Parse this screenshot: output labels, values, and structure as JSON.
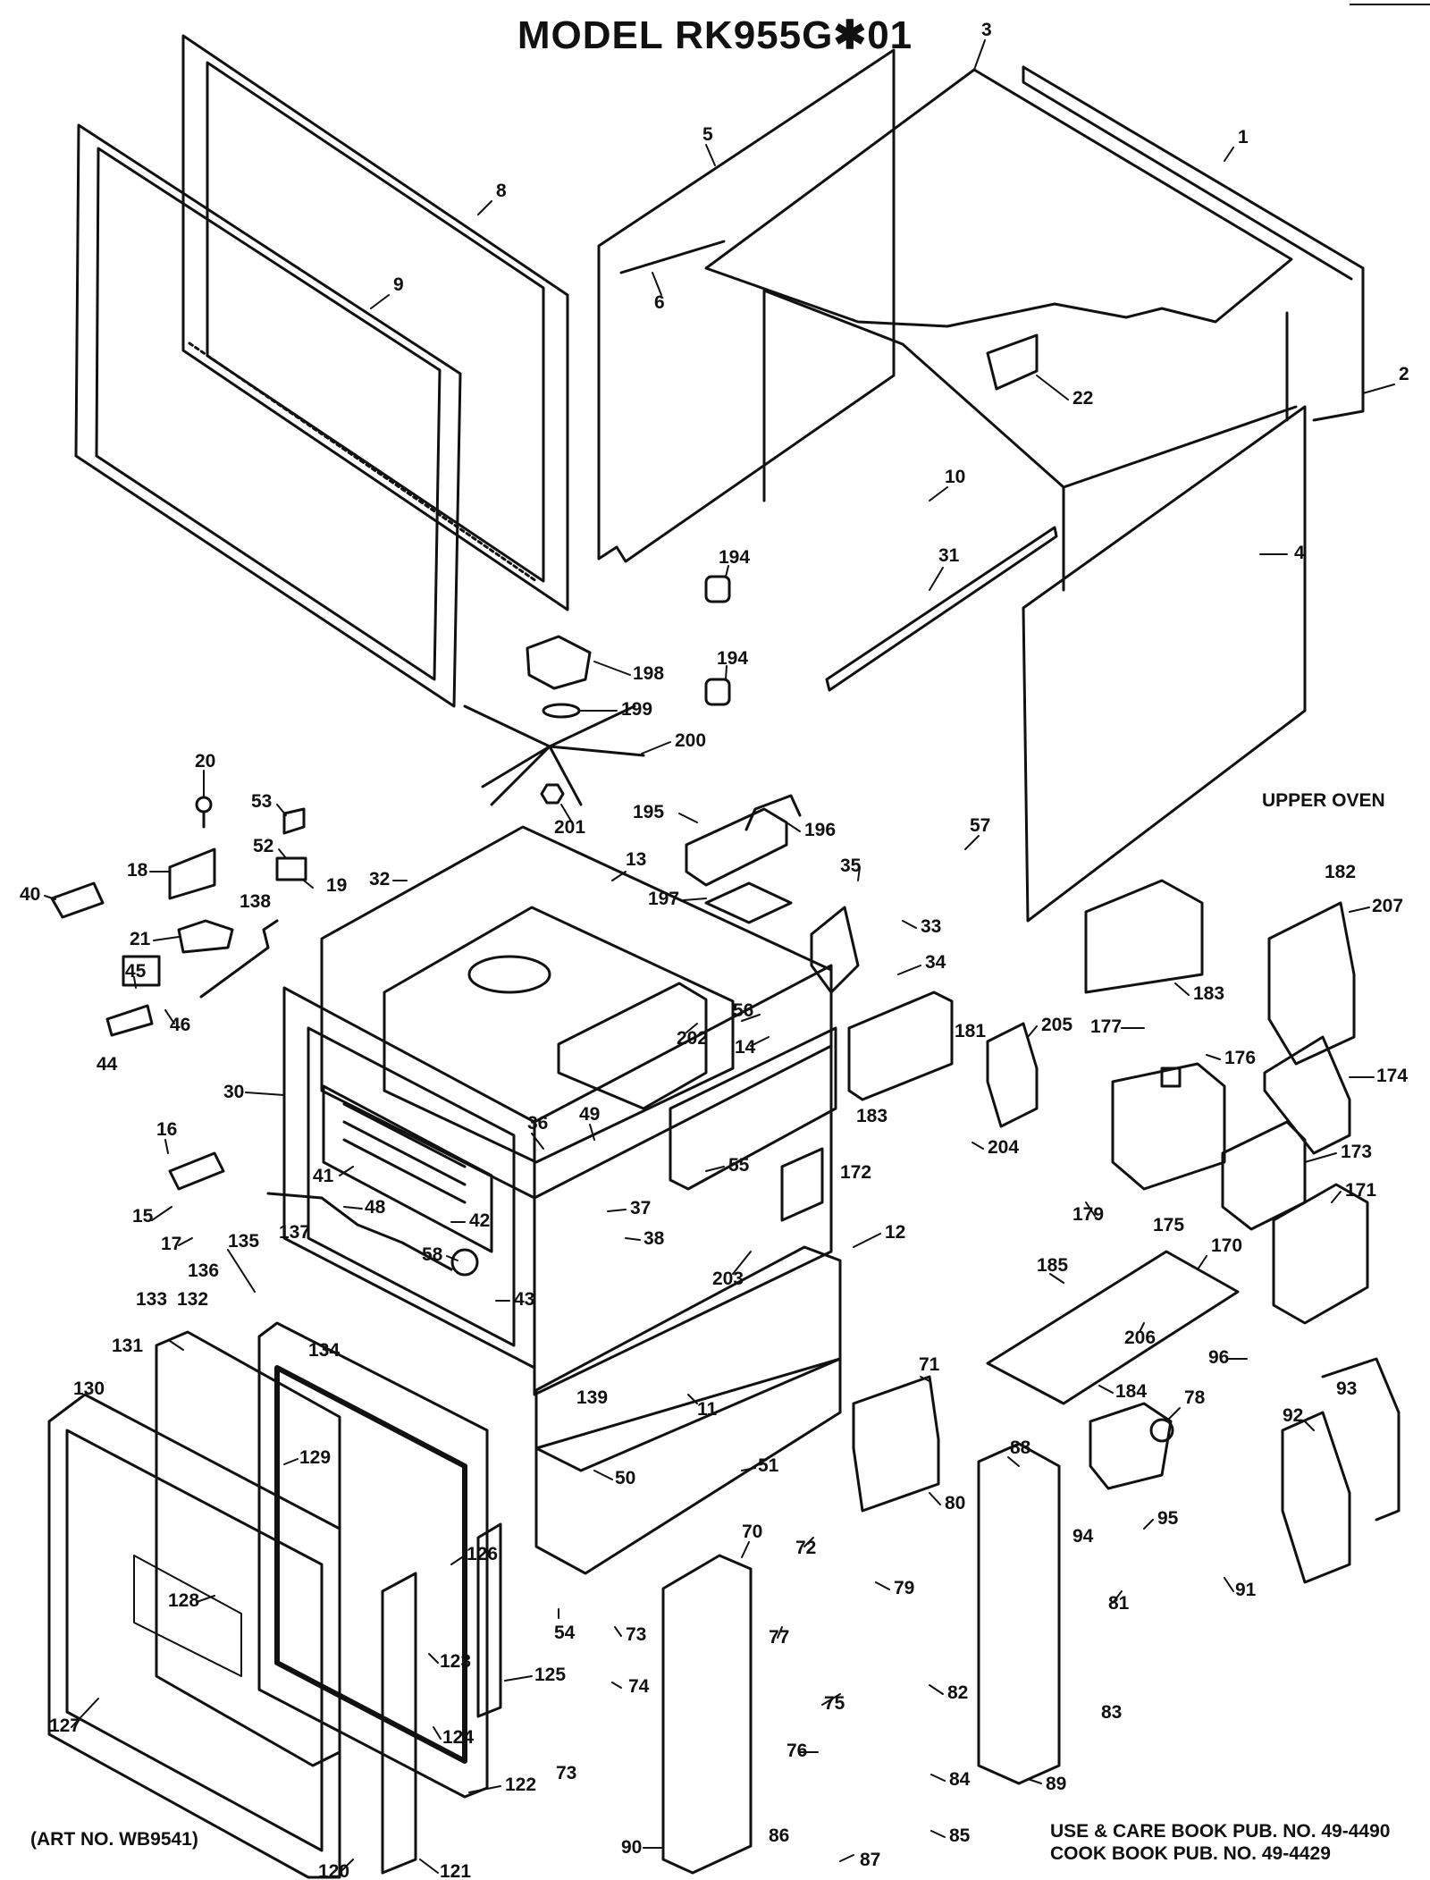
{
  "header": {
    "title": "MODEL RK955G✱01"
  },
  "section_label": "UPPER OVEN",
  "art_number": "(ART NO. WB9541)",
  "publications": [
    "USE & CARE BOOK PUB. NO. 49-4490",
    "COOK BOOK PUB. NO. 49-4429"
  ],
  "callouts": {
    "c1": "1",
    "c2": "2",
    "c3": "3",
    "c4": "4",
    "c5": "5",
    "c6": "6",
    "c8": "8",
    "c9": "9",
    "c10": "10",
    "c11": "11",
    "c12": "12",
    "c13": "13",
    "c14": "14",
    "c15": "15",
    "c16": "16",
    "c17": "17",
    "c18": "18",
    "c19": "19",
    "c20": "20",
    "c21": "21",
    "c22": "22",
    "c30": "30",
    "c31": "31",
    "c32": "32",
    "c33": "33",
    "c34": "34",
    "c35": "35",
    "c36": "36",
    "c37": "37",
    "c38": "38",
    "c40": "40",
    "c41": "41",
    "c42": "42",
    "c43": "43",
    "c44": "44",
    "c45": "45",
    "c46": "46",
    "c48": "48",
    "c49": "49",
    "c50": "50",
    "c51": "51",
    "c52": "52",
    "c53": "53",
    "c54": "54",
    "c55": "55",
    "c56": "56",
    "c57": "57",
    "c58": "58",
    "c70": "70",
    "c71": "71",
    "c72": "72",
    "c73a": "73",
    "c73b": "73",
    "c74": "74",
    "c75": "75",
    "c76": "76",
    "c77": "77",
    "c78": "78",
    "c79": "79",
    "c80": "80",
    "c81": "81",
    "c82": "82",
    "c83": "83",
    "c84": "84",
    "c85": "85",
    "c86": "86",
    "c87": "87",
    "c88": "88",
    "c89": "89",
    "c90": "90",
    "c91": "91",
    "c92": "92",
    "c93": "93",
    "c94": "94",
    "c95": "95",
    "c96": "96",
    "c120": "120",
    "c121": "121",
    "c122": "122",
    "c123": "123",
    "c124": "124",
    "c125": "125",
    "c126": "126",
    "c127": "127",
    "c128": "128",
    "c129": "129",
    "c130": "130",
    "c131": "131",
    "c132": "132",
    "c133": "133",
    "c134": "134",
    "c135": "135",
    "c136": "136",
    "c137": "137",
    "c138": "138",
    "c139": "139",
    "c170": "170",
    "c171": "171",
    "c172": "172",
    "c173": "173",
    "c174": "174",
    "c175": "175",
    "c176": "176",
    "c177": "177",
    "c179": "179",
    "c181": "181",
    "c182": "182",
    "c183a": "183",
    "c183b": "183",
    "c184": "184",
    "c185": "185",
    "c194a": "194",
    "c194b": "194",
    "c195": "195",
    "c196": "196",
    "c197": "197",
    "c198": "198",
    "c199": "199",
    "c200": "200",
    "c201": "201",
    "c202": "202",
    "c203": "203",
    "c204": "204",
    "c205": "205",
    "c206": "206",
    "c207": "207"
  }
}
